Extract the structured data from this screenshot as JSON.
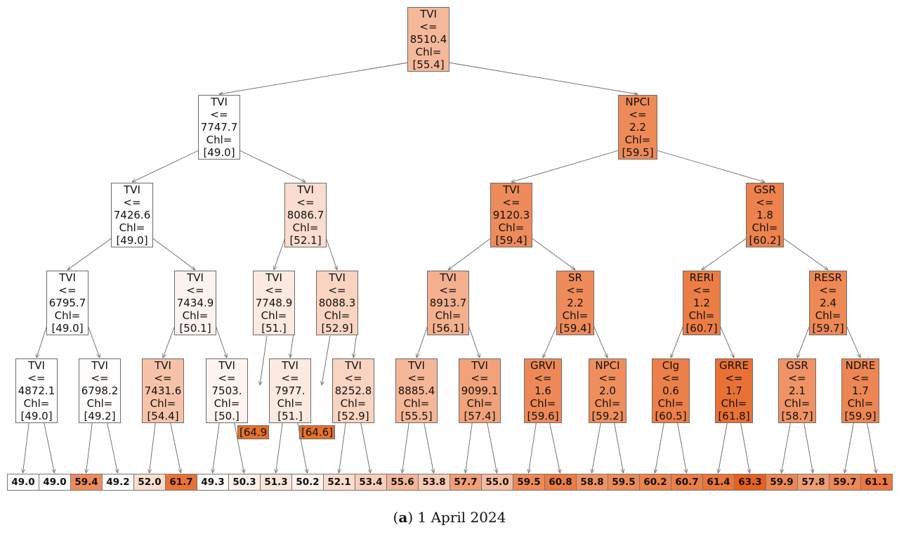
{
  "caption": {
    "label": "a",
    "text": "1 April 2024"
  },
  "colors": {
    "low": "#ffffff",
    "high": "#e8601c"
  },
  "value_range": [
    49.0,
    63.3
  ],
  "nodes": [
    {
      "id": "n0",
      "lines": [
        "TVI",
        "<=",
        "8510.4",
        "Chl=",
        "[55.4]"
      ],
      "value": 55.4
    },
    {
      "id": "n1",
      "lines": [
        "TVI",
        "<=",
        "7747.7",
        "Chl=",
        "[49.0]"
      ],
      "value": 49.0
    },
    {
      "id": "n2",
      "lines": [
        "NPCI",
        "<=",
        "2.2",
        "Chl=",
        "[59.5]"
      ],
      "value": 59.5
    },
    {
      "id": "n3",
      "lines": [
        "TVI",
        "<=",
        "7426.6",
        "Chl=",
        "[49.0]"
      ],
      "value": 49.0
    },
    {
      "id": "n4",
      "lines": [
        "TVI",
        "<=",
        "8086.7",
        "Chl=",
        "[52.1]"
      ],
      "value": 52.1
    },
    {
      "id": "n5",
      "lines": [
        "TVI",
        "<=",
        "9120.3",
        "Chl=",
        "[59.4]"
      ],
      "value": 59.4
    },
    {
      "id": "n6",
      "lines": [
        "GSR",
        "<=",
        "1.8",
        "Chl=",
        "[60.2]"
      ],
      "value": 60.2
    },
    {
      "id": "n7",
      "lines": [
        "TVI",
        "<=",
        "6795.7",
        "Chl=",
        "[49.0]"
      ],
      "value": 49.0
    },
    {
      "id": "n8",
      "lines": [
        "TVI",
        "<=",
        "7434.9",
        "Chl=",
        "[50.1]"
      ],
      "value": 50.1
    },
    {
      "id": "n9",
      "lines": [
        "TVI",
        "<=",
        "7748.9",
        "Chl=",
        "[51.]"
      ],
      "value": 51.0
    },
    {
      "id": "n10",
      "lines": [
        "TVI",
        "<=",
        "8088.3",
        "Chl=",
        "[52.9]"
      ],
      "value": 52.9
    },
    {
      "id": "n11",
      "lines": [
        "TVI",
        "<=",
        "8913.7",
        "Chl=",
        "[56.1]"
      ],
      "value": 56.1
    },
    {
      "id": "n12",
      "lines": [
        "SR",
        "<=",
        "2.2",
        "Chl=",
        "[59.4]"
      ],
      "value": 59.4
    },
    {
      "id": "n13",
      "lines": [
        "RERI",
        "<=",
        "1.2",
        "Chl=",
        "[60.7]"
      ],
      "value": 60.7
    },
    {
      "id": "n14",
      "lines": [
        "RESR",
        "<=",
        "2.4",
        "Chl=",
        "[59.7]"
      ],
      "value": 59.7
    },
    {
      "id": "n15",
      "lines": [
        "TVI",
        "<=",
        "4872.1",
        "Chl=",
        "[49.0]"
      ],
      "value": 49.0
    },
    {
      "id": "n16",
      "lines": [
        "TVI",
        "<=",
        "6798.2",
        "Chl=",
        "[49.2]"
      ],
      "value": 49.2
    },
    {
      "id": "n17",
      "lines": [
        "TVI",
        "<=",
        "7431.6",
        "Chl=",
        "[54.4]"
      ],
      "value": 54.4
    },
    {
      "id": "n18",
      "lines": [
        "TVI",
        "<=",
        "7503.",
        "Chl=",
        "[50.]"
      ],
      "value": 50.0
    },
    {
      "id": "n19",
      "lines": [
        "TVI",
        "<=",
        "7977.",
        "Chl=",
        "[51.]"
      ],
      "value": 51.0
    },
    {
      "id": "n20",
      "lines": [
        "TVI",
        "<=",
        "8252.8",
        "Chl=",
        "[52.9]"
      ],
      "value": 52.9
    },
    {
      "id": "n21",
      "lines": [
        "TVI",
        "<=",
        "8885.4",
        "Chl=",
        "[55.5]"
      ],
      "value": 55.5
    },
    {
      "id": "n22",
      "lines": [
        "TVI",
        "<=",
        "9099.1",
        "Chl=",
        "[57.4]"
      ],
      "value": 57.4
    },
    {
      "id": "n23",
      "lines": [
        "GRVI",
        "<=",
        "1.6",
        "Chl=",
        "[59.6]"
      ],
      "value": 59.6
    },
    {
      "id": "n24",
      "lines": [
        "NPCI",
        "<=",
        "2.0",
        "Chl=",
        "[59.2]"
      ],
      "value": 59.2
    },
    {
      "id": "n25",
      "lines": [
        "CIg",
        "<=",
        "0.6",
        "Chl=",
        "[60.5]"
      ],
      "value": 60.5
    },
    {
      "id": "n26",
      "lines": [
        "GRRE",
        "<=",
        "1.7",
        "Chl=",
        "[61.8]"
      ],
      "value": 61.8
    },
    {
      "id": "n27",
      "lines": [
        "GSR",
        "<=",
        "2.1",
        "Chl=",
        "[58.7]"
      ],
      "value": 58.7
    },
    {
      "id": "n28",
      "lines": [
        "NDRE",
        "<=",
        "1.7",
        "Chl=",
        "[59.9]"
      ],
      "value": 59.9
    }
  ],
  "orphans": [
    {
      "id": "o1",
      "label": "[64.9",
      "value": 64.9
    },
    {
      "id": "o2",
      "label": "[64.6]",
      "value": 64.6
    }
  ],
  "leaves": [
    "49.0",
    "49.0",
    "59.4",
    "49.2",
    "52.0",
    "61.7",
    "49.3",
    "50.3",
    "51.3",
    "50.2",
    "52.1",
    "53.4",
    "55.6",
    "53.8",
    "57.7",
    "55.0",
    "59.5",
    "60.8",
    "58.8",
    "59.5",
    "60.2",
    "60.7",
    "61.4",
    "63.3",
    "59.9",
    "57.8",
    "59.7",
    "61.1"
  ]
}
